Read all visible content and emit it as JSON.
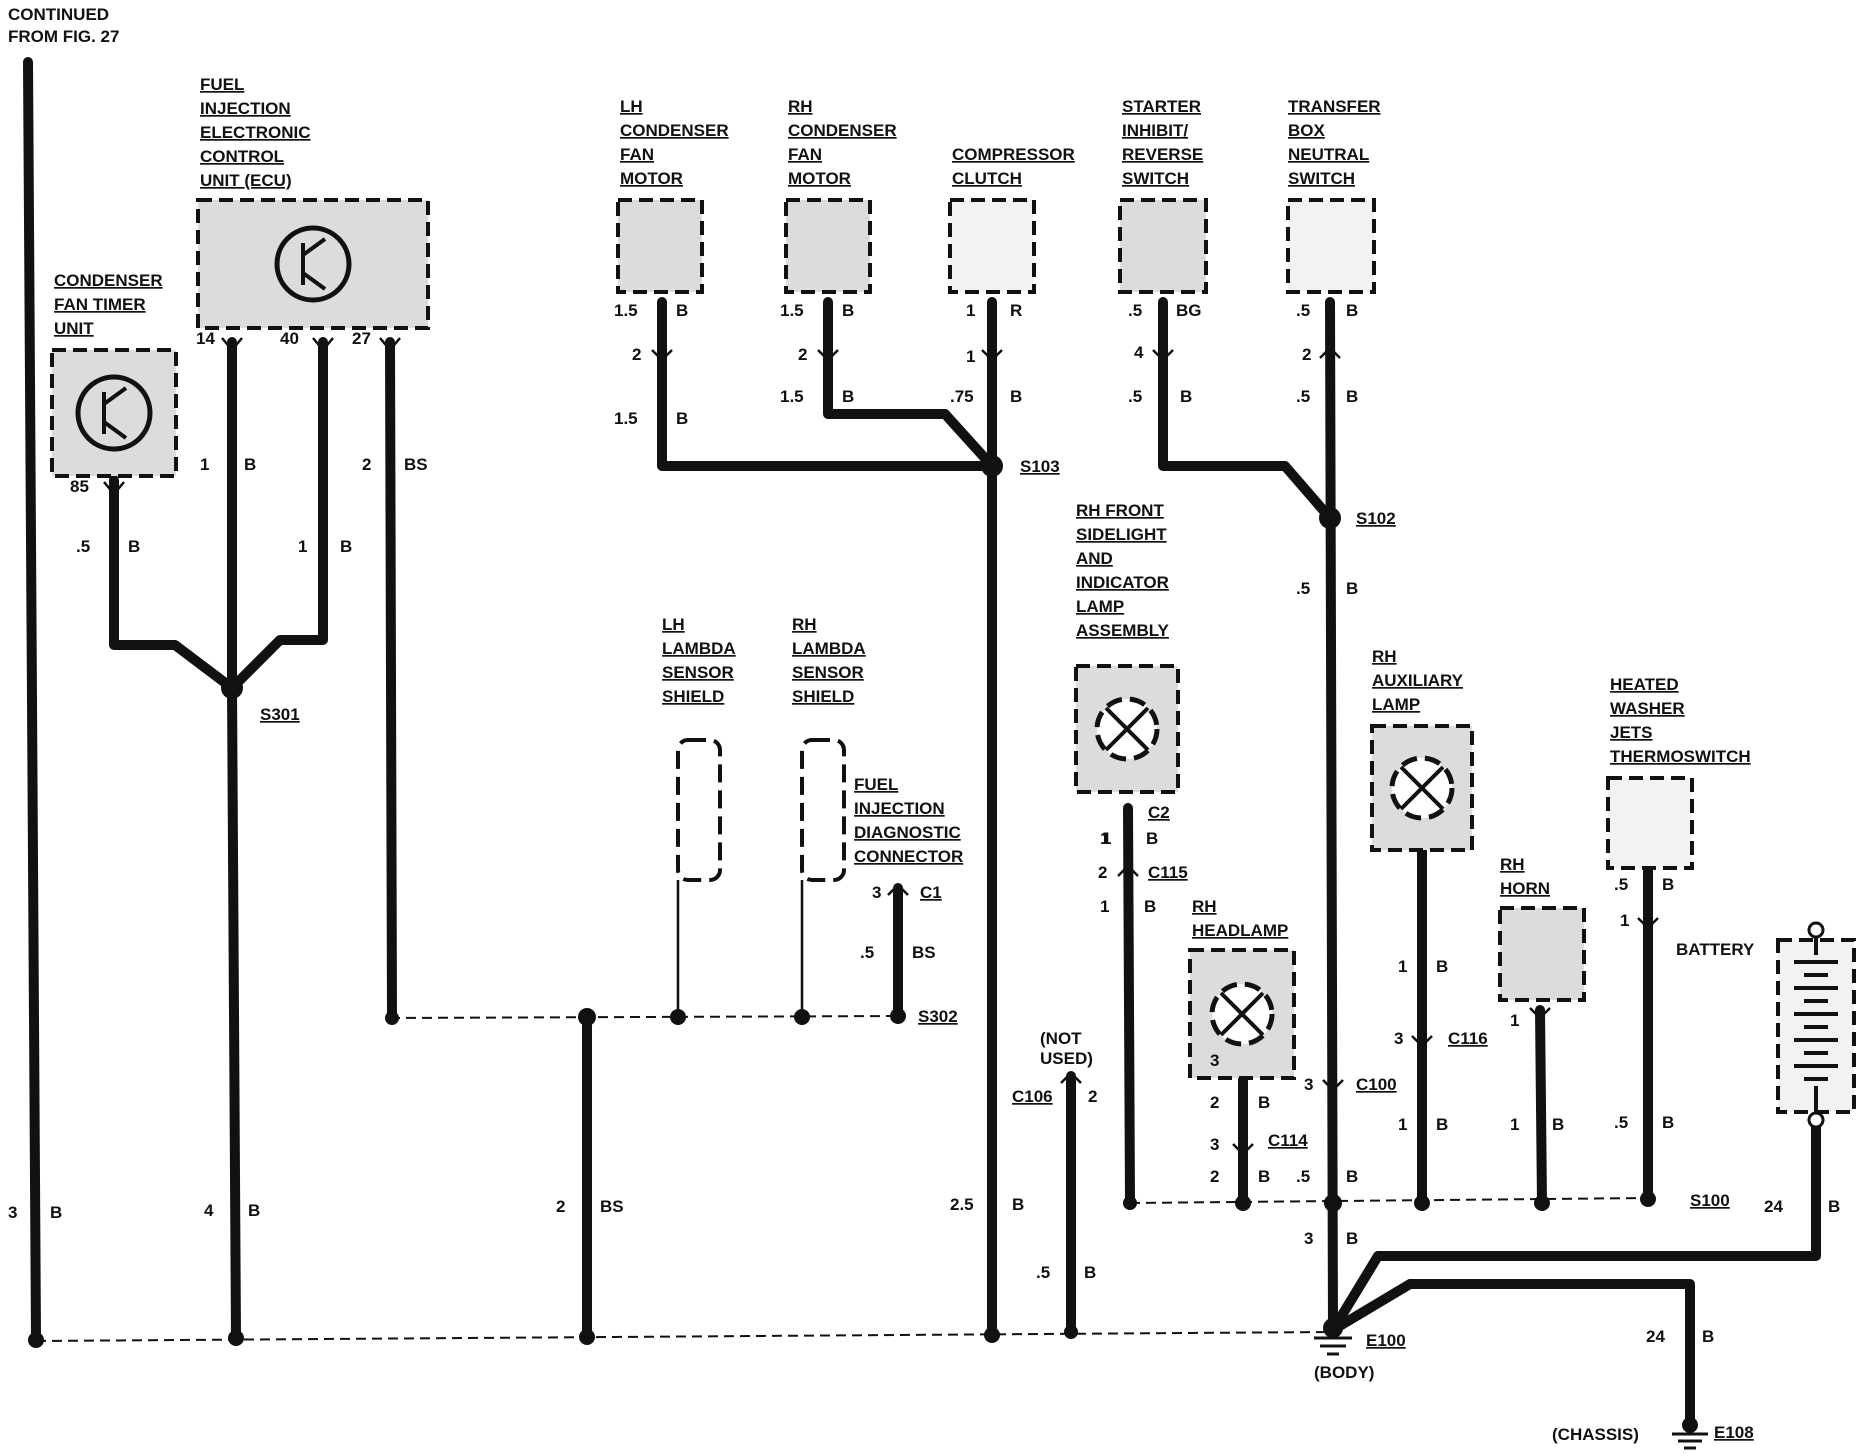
{
  "continued": [
    "CONTINUED",
    "FROM FIG. 27"
  ],
  "components": {
    "ecu": [
      "FUEL",
      "INJECTION",
      "ELECTRONIC",
      "CONTROL",
      "UNIT (ECU)"
    ],
    "timer": [
      "CONDENSER",
      "FAN TIMER",
      "UNIT"
    ],
    "lh_fan": [
      "LH",
      "CONDENSER",
      "FAN",
      "MOTOR"
    ],
    "rh_fan": [
      "RH",
      "CONDENSER",
      "FAN",
      "MOTOR"
    ],
    "clutch": [
      "COMPRESSOR",
      "CLUTCH"
    ],
    "inhibit": [
      "STARTER",
      "INHIBIT/",
      "REVERSE",
      "SWITCH"
    ],
    "transfer": [
      "TRANSFER",
      "BOX",
      "NEUTRAL",
      "SWITCH"
    ],
    "rh_front": [
      "RH FRONT",
      "SIDELIGHT",
      "AND",
      "INDICATOR",
      "LAMP",
      "ASSEMBLY"
    ],
    "lh_lambda": [
      "LH",
      "LAMBDA",
      "SENSOR",
      "SHIELD"
    ],
    "rh_lambda": [
      "RH",
      "LAMBDA",
      "SENSOR",
      "SHIELD"
    ],
    "diag": [
      "FUEL",
      "INJECTION",
      "DIAGNOSTIC",
      "CONNECTOR"
    ],
    "rh_aux": [
      "RH",
      "AUXILIARY",
      "LAMP"
    ],
    "washer": [
      "HEATED",
      "WASHER",
      "JETS",
      "THERMOSWITCH"
    ],
    "headlamp": [
      "RH",
      "HEADLAMP"
    ],
    "horn": [
      "RH",
      "HORN"
    ],
    "battery": "BATTERY",
    "not_used": [
      "(NOT",
      "USED)"
    ]
  },
  "splices": {
    "s301": "S301",
    "s103": "S103",
    "s102": "S102",
    "s302": "S302",
    "s100": "S100"
  },
  "connectors": {
    "c1": "C1",
    "c2": "C2",
    "c115": "C115",
    "c106": "C106",
    "c114": "C114",
    "c116": "C116",
    "c100": "C100"
  },
  "grounds": {
    "e100": "E100",
    "body": "(BODY)",
    "e108": "E108",
    "chassis": "(CHASSIS)"
  },
  "pins": {
    "ecu14": "14",
    "ecu40": "40",
    "ecu27": "27",
    "timer85": "85",
    "lhfan2": "2",
    "rhfan2": "2",
    "clutch1": "1",
    "inhibit4": "4",
    "transfer2": "2",
    "c1p": "3",
    "c2p": "1",
    "c115p": "2",
    "c106p": "2",
    "c114a": "3",
    "c114b": "3",
    "c116p": "3",
    "c100p": "3",
    "washer1": "1",
    "horn1": "1"
  },
  "wires": [
    {
      "id": "w_left3",
      "gauge": "3",
      "color": "B"
    },
    {
      "id": "w_ecu14_top",
      "gauge": "1",
      "color": "B"
    },
    {
      "id": "w_ecu27",
      "gauge": "2",
      "color": "BS"
    },
    {
      "id": "w_timer",
      "gauge": ".5",
      "color": "B"
    },
    {
      "id": "w_ecu40",
      "gauge": "1",
      "color": "B"
    },
    {
      "id": "w_s301_down",
      "gauge": "4",
      "color": "B"
    },
    {
      "id": "w_shield_down",
      "gauge": "2",
      "color": "BS"
    },
    {
      "id": "w_lhfan_top",
      "gauge": "1.5",
      "color": "B"
    },
    {
      "id": "w_lhfan_bot",
      "gauge": "1.5",
      "color": "B"
    },
    {
      "id": "w_rhfan_top",
      "gauge": "1.5",
      "color": "B"
    },
    {
      "id": "w_rhfan_bot",
      "gauge": "1.5",
      "color": "B"
    },
    {
      "id": "w_clutch_top",
      "gauge": "1",
      "color": "R"
    },
    {
      "id": "w_clutch_bot",
      "gauge": ".75",
      "color": "B"
    },
    {
      "id": "w_inhibit_top",
      "gauge": ".5",
      "color": "BG"
    },
    {
      "id": "w_inhibit_bot",
      "gauge": ".5",
      "color": "B"
    },
    {
      "id": "w_transfer_top",
      "gauge": ".5",
      "color": "B"
    },
    {
      "id": "w_transfer_bot",
      "gauge": ".5",
      "color": "B"
    },
    {
      "id": "w_s102_down",
      "gauge": ".5",
      "color": "B"
    },
    {
      "id": "w_diag",
      "gauge": ".5",
      "color": "BS"
    },
    {
      "id": "w_s103_down",
      "gauge": "2.5",
      "color": "B"
    },
    {
      "id": "w_c106",
      "gauge": ".5",
      "color": "B"
    },
    {
      "id": "w_c2_top",
      "gauge": "1",
      "color": "B"
    },
    {
      "id": "w_c115_bot",
      "gauge": "1",
      "color": "B"
    },
    {
      "id": "w_head_top",
      "gauge": "2",
      "color": "B"
    },
    {
      "id": "w_head_bot",
      "gauge": "2",
      "color": "B"
    },
    {
      "id": "w_c100_bot",
      "gauge": ".5",
      "color": "B"
    },
    {
      "id": "w_e100",
      "gauge": "3",
      "color": "B"
    },
    {
      "id": "w_aux_top",
      "gauge": "1",
      "color": "B"
    },
    {
      "id": "w_aux_bot",
      "gauge": "1",
      "color": "B"
    },
    {
      "id": "w_horn",
      "gauge": "1",
      "color": "B"
    },
    {
      "id": "w_washer_top",
      "gauge": ".5",
      "color": "B"
    },
    {
      "id": "w_washer_bot",
      "gauge": ".5",
      "color": "B"
    },
    {
      "id": "w_battery",
      "gauge": "24",
      "color": "B"
    },
    {
      "id": "w_chassis",
      "gauge": "24",
      "color": "B"
    }
  ]
}
